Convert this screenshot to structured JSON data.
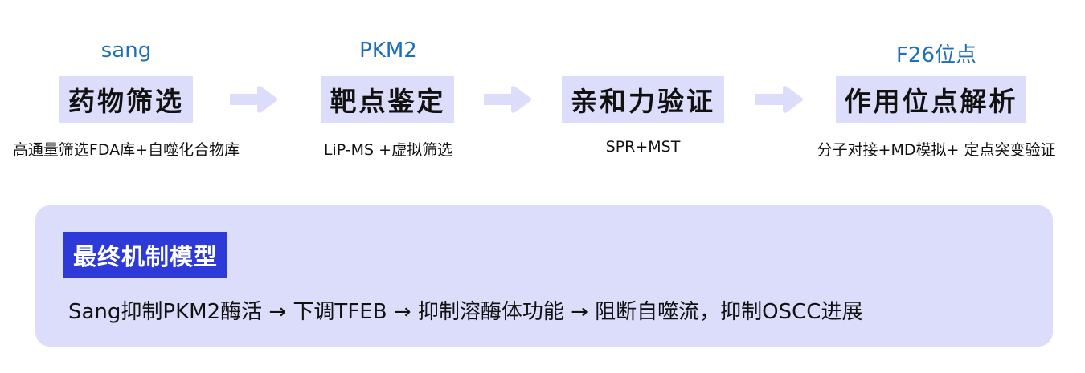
{
  "workflow": {
    "steps": [
      {
        "tag": "sang",
        "title": "药物筛选",
        "method": "高通量筛选FDA库+自噬化合物库"
      },
      {
        "tag": "PKM2",
        "title": "靶点鉴定",
        "method": "LiP-MS +虚拟筛选"
      },
      {
        "tag": "",
        "title": "亲和力验证",
        "method": "SPR+MST"
      },
      {
        "tag": "F26位点",
        "title": "作用位点解析",
        "method": "分子对接+MD模拟+ 定点突变验证"
      }
    ],
    "arrows": [
      "arrow-right",
      "arrow-right",
      "arrow-right"
    ]
  },
  "model": {
    "title": "最终机制模型",
    "description": "Sang抑制PKM2酶活 → 下调TFEB → 抑制溶酶体功能 → 阻断自噬流，抑制OSCC进展"
  },
  "colors": {
    "tag_text": "#1f6fb8",
    "box_fill": "#dcdcfb",
    "title_badge": "#2d3ad8"
  }
}
